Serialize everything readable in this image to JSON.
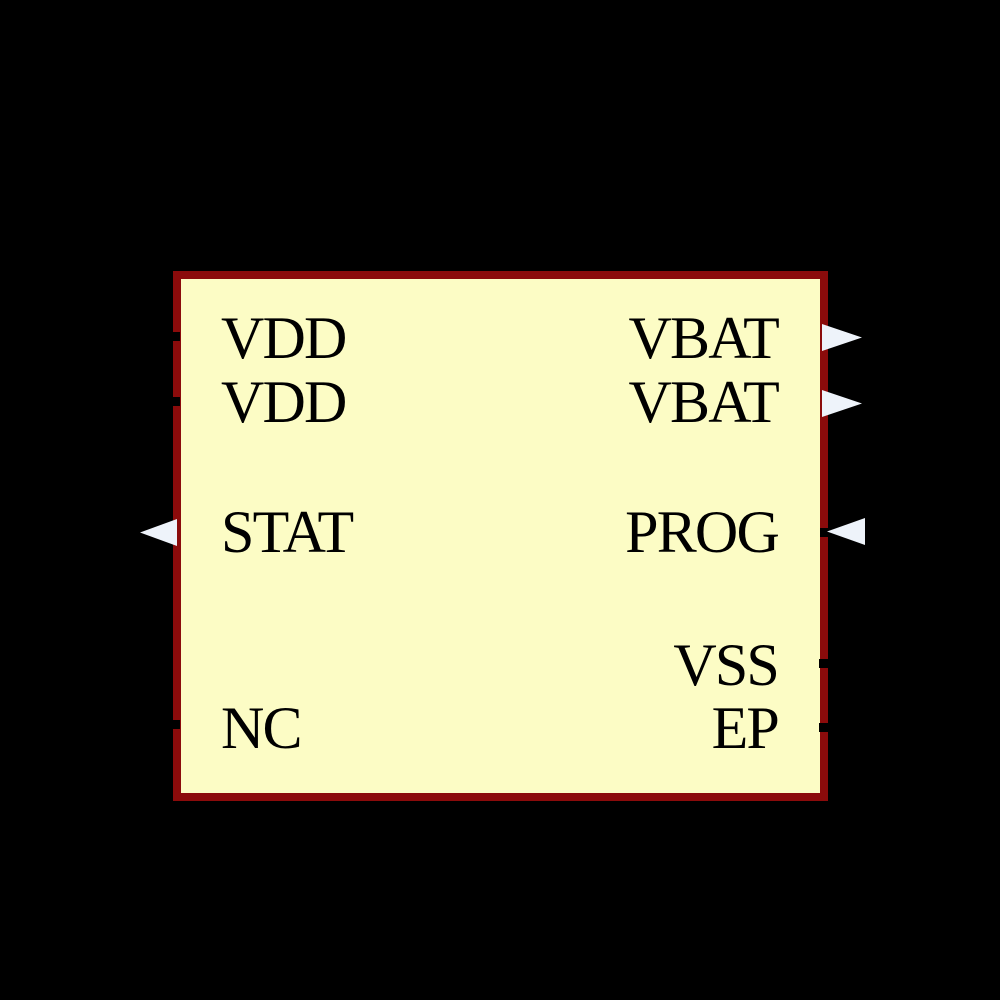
{
  "canvas": {
    "background_color": "#000000"
  },
  "symbol": {
    "type": "schematic-component-symbol",
    "body_fill_color": "#FCFCC5",
    "body_border_color": "#8B0B0B",
    "arrow_fill_color": "#EEF3FA",
    "pin_text_color": "#000000",
    "pins": {
      "left": [
        {
          "name": "VDD",
          "marker": "stub"
        },
        {
          "name": "VDD",
          "marker": "stub"
        },
        {
          "name": "STAT",
          "marker": "arrow-pointing-left"
        },
        {
          "name": "NC",
          "marker": "stub"
        }
      ],
      "right": [
        {
          "name": "VBAT",
          "marker": "arrow-pointing-right"
        },
        {
          "name": "VBAT",
          "marker": "arrow-pointing-right"
        },
        {
          "name": "PROG",
          "marker": "arrow-pointing-left"
        },
        {
          "name": "VSS",
          "marker": "stub"
        },
        {
          "name": "EP",
          "marker": "stub"
        }
      ]
    }
  }
}
